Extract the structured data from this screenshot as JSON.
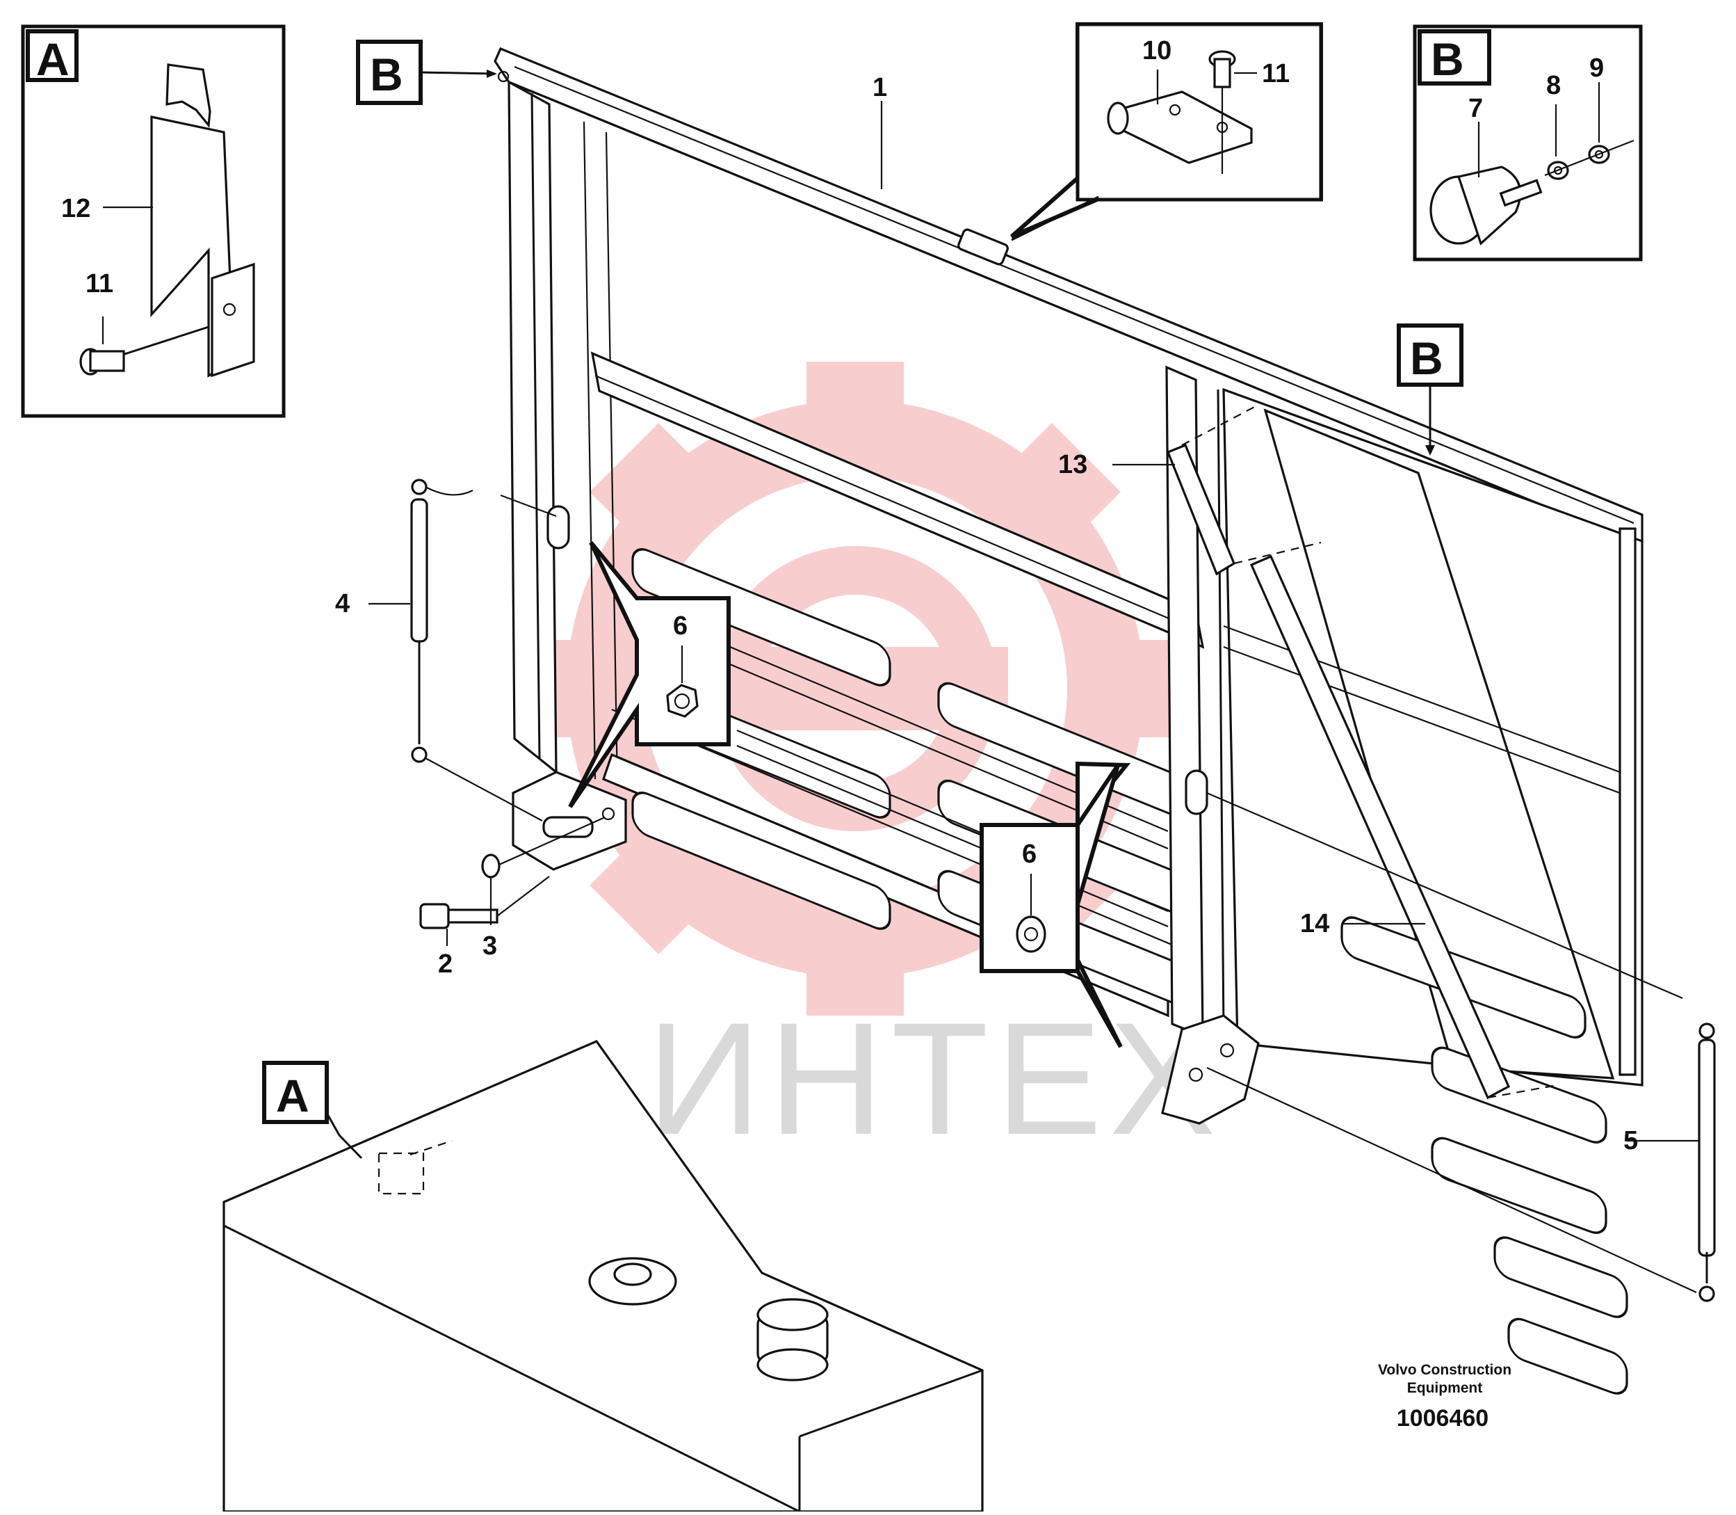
{
  "views": {
    "inset_a_label": "A",
    "inset_b_label": "B",
    "callout_b_top": "B",
    "callout_b_right": "B",
    "callout_a_tank": "A"
  },
  "part_numbers": {
    "p1": "1",
    "p2": "2",
    "p3": "3",
    "p4": "4",
    "p5": "5",
    "p6_left": "6",
    "p6_right": "6",
    "p7": "7",
    "p8": "8",
    "p9": "9",
    "p10": "10",
    "p11_top": "11",
    "p11_inset": "11",
    "p12": "12",
    "p13": "13",
    "p14": "14"
  },
  "watermark": "ИНТЕХ",
  "credit": {
    "line1": "Volvo Construction",
    "line2": "Equipment",
    "drawing_number": "1006460"
  },
  "colors": {
    "ink": "#111111",
    "watermark_red": "#f4a5a5",
    "watermark_grey": "#d9d9d9"
  }
}
